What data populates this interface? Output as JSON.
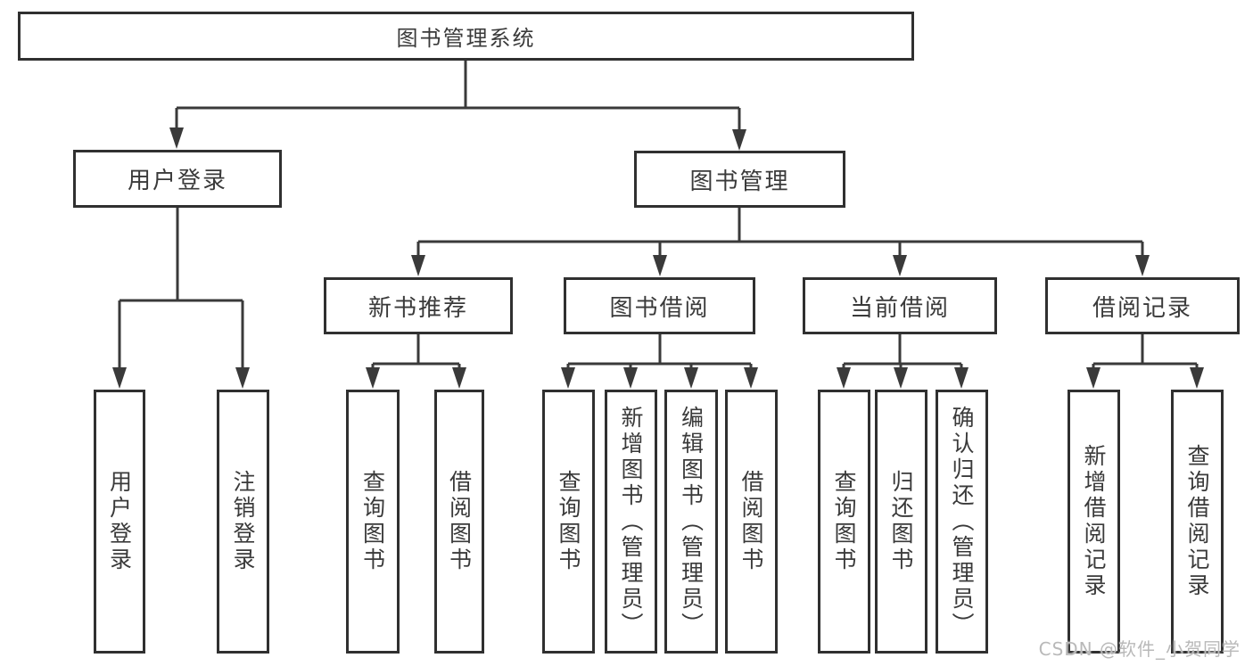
{
  "nodes": {
    "root": "图书管理系统",
    "user_login": "用户登录",
    "book_mgmt": "图书管理",
    "new_book_rec": "新书推荐",
    "book_borrow": "图书借阅",
    "current_borrow": "当前借阅",
    "borrow_records": "借阅记录",
    "ul_login": "用户登录",
    "ul_logout": "注销登录",
    "nbr_query": "查询图书",
    "nbr_borrow": "借阅图书",
    "bb_query": "查询图书",
    "bb_add": "新增图书（管理员）",
    "bb_edit": "编辑图书（管理员）",
    "bb_borrow": "借阅图书",
    "cb_query": "查询图书",
    "cb_return": "归还图书",
    "cb_confirm": "确认归还（管理员）",
    "br_add": "新增借阅记录",
    "br_query": "查询借阅记录"
  },
  "watermark": "CSDN @软件_小贺同学",
  "colors": {
    "line": "#3a3a3a",
    "box_border": "#303030",
    "text": "#3a3a3a",
    "watermark": "#b9b9b9",
    "background": "#ffffff"
  }
}
